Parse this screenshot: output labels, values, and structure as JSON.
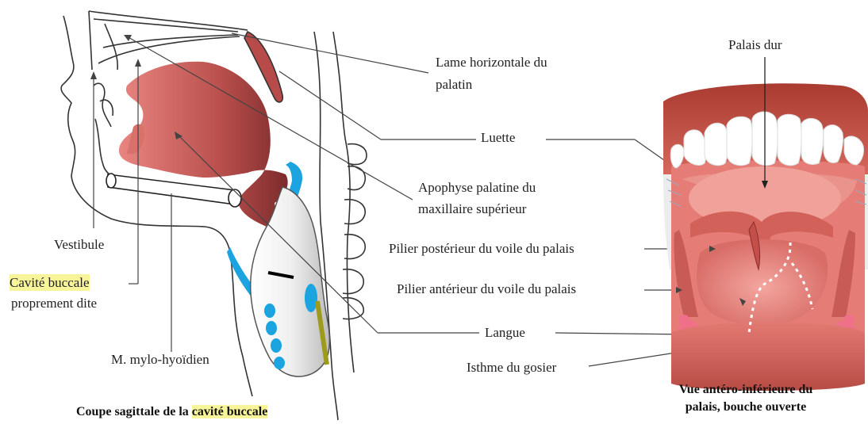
{
  "labels": {
    "lame_horizontale_1": "Lame horizontale du",
    "lame_horizontale_2": "palatin",
    "luette": "Luette",
    "apophyse_1": "Apophyse palatine du",
    "apophyse_2": "maxillaire supérieur",
    "pilier_posterieur": "Pilier postérieur du voile du palais",
    "pilier_anterieur": "Pilier antérieur du voile du palais",
    "langue": "Langue",
    "isthme": "Isthme du gosier",
    "vestibule": "Vestibule",
    "cavite_buccale": "Cavité buccale",
    "proprement_dite": "proprement dite",
    "mylo_hyoidien": "M. mylo-hyoïdien",
    "palais_dur": "Palais dur"
  },
  "captions": {
    "left_prefix": "Coupe sagittale de la ",
    "left_highlight": "cavité buccale",
    "right_line1": "Vue antéro-inférieure du",
    "right_line2": "palais, bouche ouverte"
  },
  "colors": {
    "tissue_red": "#c0504f",
    "palate_pink": "#e9867f",
    "blue_cartilage": "#1ba4e0",
    "highlight": "#f7f49a"
  }
}
